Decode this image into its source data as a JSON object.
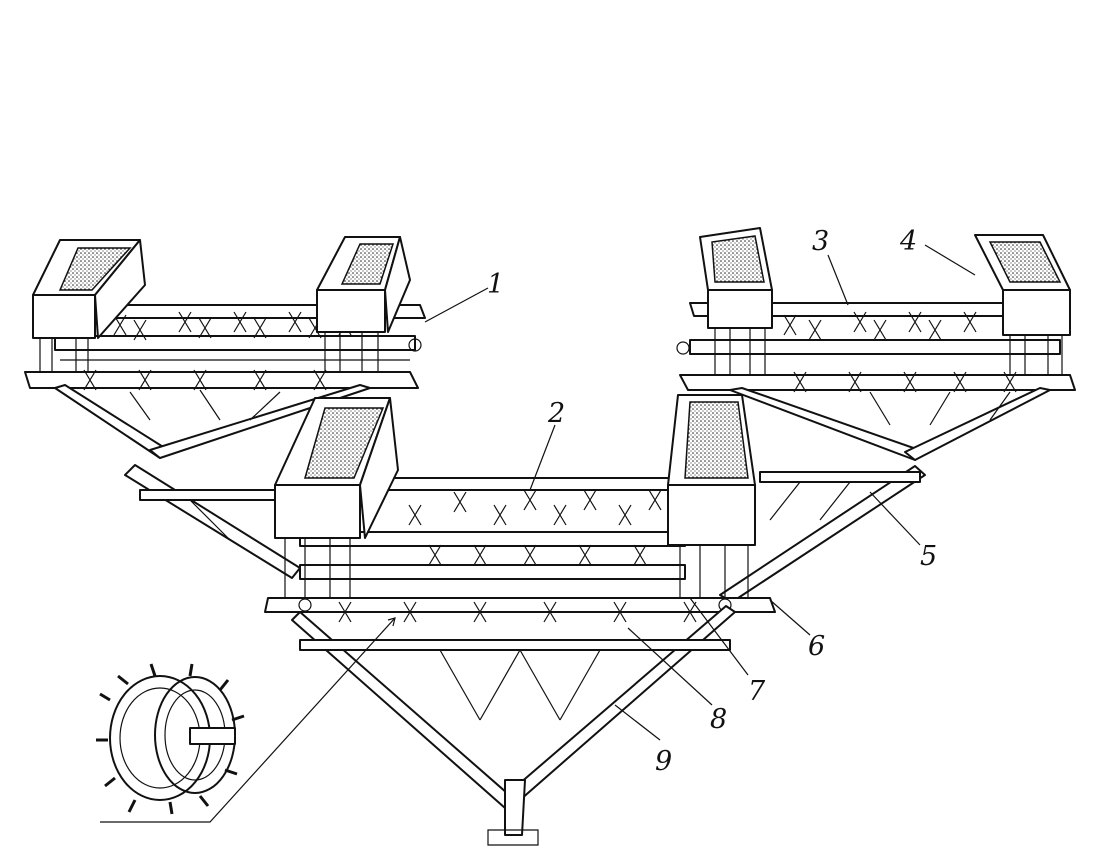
{
  "figure": {
    "callouts": [
      {
        "label": "1"
      },
      {
        "label": "2"
      },
      {
        "label": "3"
      },
      {
        "label": "4"
      },
      {
        "label": "5"
      },
      {
        "label": "6"
      },
      {
        "label": "7"
      },
      {
        "label": "8"
      },
      {
        "label": "9"
      }
    ],
    "inset": {
      "name": "spiked-roller-wheel-detail"
    }
  }
}
